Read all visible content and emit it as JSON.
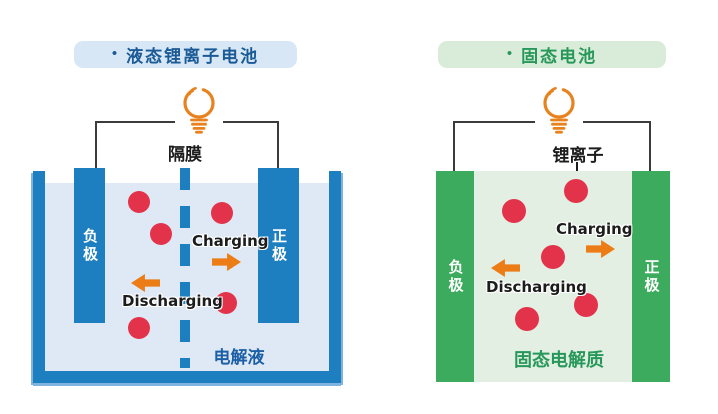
{
  "left_panel": {
    "bullet": "•",
    "title": "液态锂离子电池",
    "separator_label": "隔膜",
    "negative_electrode_label": "负极",
    "positive_electrode_label": "正极",
    "charging_label": "Charging",
    "discharging_label": "Discharging",
    "electrolyte_label": "电解液"
  },
  "right_panel": {
    "bullet": "•",
    "title": "固态电池",
    "lithium_ion_label": "锂离子",
    "negative_electrode_label": "负极",
    "positive_electrode_label": "正极",
    "charging_label": "Charging",
    "discharging_label": "Discharging",
    "electrolyte_label": "固态电解质"
  },
  "colors": {
    "liquid_accent_blue": "#1d7ec0",
    "liquid_electrolyte_fill": "#dfe9f5",
    "liquid_badge_bg": "#d7e7f5",
    "liquid_title_text": "#1a5a96",
    "solid_accent_green": "#3dab5e",
    "solid_electrolyte_fill": "#e3efe3",
    "solid_badge_bg": "#d9ecda",
    "solid_title_text": "#27985a",
    "lithium_ion_red": "#e2334a",
    "arrow_orange": "#ec7c15",
    "bulb_orange": "#e8821e",
    "wire_dark": "#3b3b3b"
  }
}
